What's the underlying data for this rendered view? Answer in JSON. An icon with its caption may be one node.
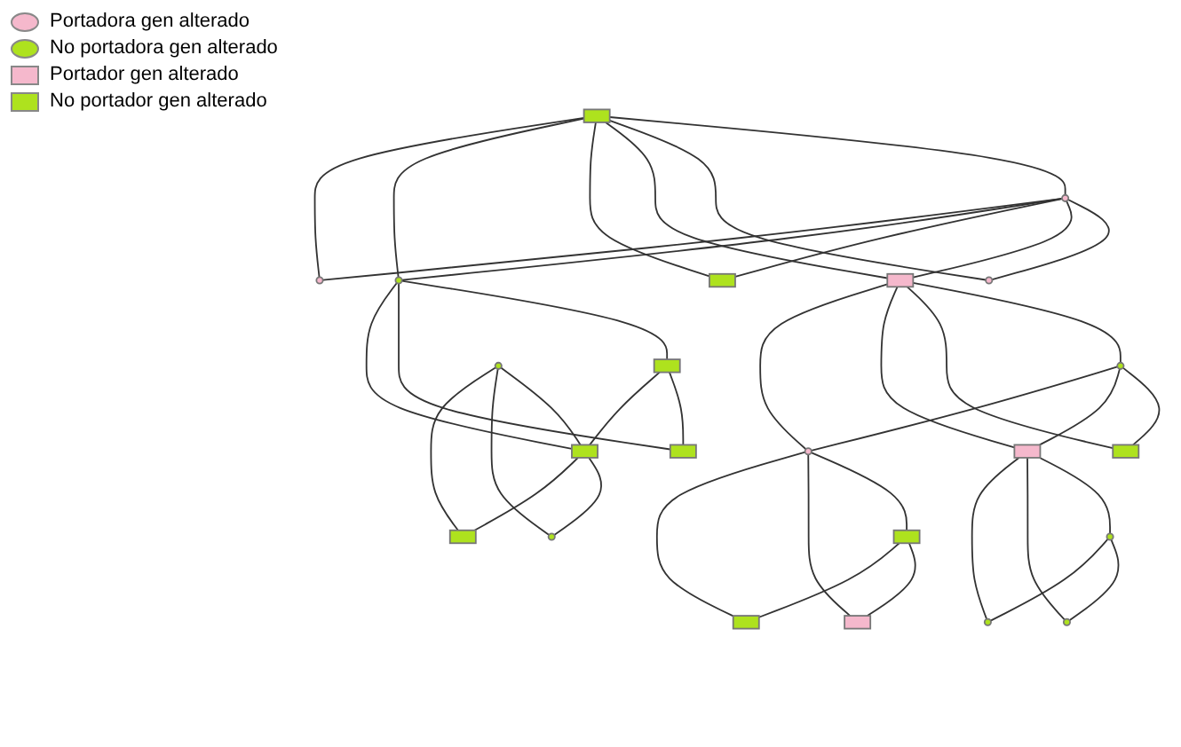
{
  "diagram": {
    "nodes": [
      {
        "text": [],
        "shape": "box"
      },
      {
        "text": [],
        "shape": "circle"
      },
      {
        "text": [],
        "shape": "circle"
      },
      {
        "text": [],
        "shape": "box"
      },
      {
        "text": [],
        "shape": "circle"
      },
      {
        "text": [],
        "shape": "box"
      },
      {
        "text": [],
        "shape": "circle"
      },
      {
        "text": [],
        "shape": "box"
      },
      {
        "text": [],
        "shape": "circle"
      },
      {
        "text": [],
        "shape": "box"
      },
      {
        "text": [],
        "shape": "box"
      },
      {
        "text": [],
        "shape": "circle"
      },
      {
        "text": [],
        "shape": "circle"
      },
      {
        "text": [],
        "shape": "box"
      },
      {
        "text": [],
        "shape": "box"
      },
      {
        "text": [],
        "shape": "circle"
      },
      {
        "text": [],
        "shape": "box"
      },
      {
        "text": [],
        "shape": "circle"
      },
      {
        "text": [],
        "shape": "circle"
      },
      {
        "text": [],
        "shape": "box"
      },
      {
        "text": [],
        "shape": "box"
      },
      {
        "text": [],
        "shape": "circle"
      },
      {
        "text": [],
        "shape": "box"
      }
    ],
    "edges": [
      {
        "from": 0,
        "to": 1,
        "arrow": "none"
      },
      {
        "from": 0,
        "to": 2,
        "arrow": "none"
      },
      {
        "from": 1,
        "to": 2,
        "arrow": "none"
      },
      {
        "from": 0,
        "to": 3,
        "arrow": "none"
      },
      {
        "from": 1,
        "to": 3,
        "arrow": "none"
      },
      {
        "from": 0,
        "to": 5,
        "arrow": "none"
      },
      {
        "from": 1,
        "to": 5,
        "arrow": "none"
      },
      {
        "from": 0,
        "to": 6,
        "arrow": "none"
      },
      {
        "from": 1,
        "to": 6,
        "arrow": "none"
      },
      {
        "from": 0,
        "to": 8,
        "arrow": "none"
      },
      {
        "from": 1,
        "to": 8,
        "arrow": "none"
      },
      {
        "from": 3,
        "to": 4,
        "arrow": "none"
      },
      {
        "from": 6,
        "to": 7,
        "arrow": "none"
      },
      {
        "from": 3,
        "to": 9,
        "arrow": "none"
      },
      {
        "from": 4,
        "to": 9,
        "arrow": "none"
      },
      {
        "from": 3,
        "to": 10,
        "arrow": "none"
      },
      {
        "from": 4,
        "to": 10,
        "arrow": "none"
      },
      {
        "from": 3,
        "to": 12,
        "arrow": "none"
      },
      {
        "from": 4,
        "to": 12,
        "arrow": "none"
      },
      {
        "from": 6,
        "to": 14,
        "arrow": "none"
      },
      {
        "from": 7,
        "to": 14,
        "arrow": "none"
      },
      {
        "from": 6,
        "to": 16,
        "arrow": "none"
      },
      {
        "from": 7,
        "to": 16,
        "arrow": "none"
      },
      {
        "from": 10,
        "to": 11,
        "arrow": "none"
      },
      {
        "from": 12,
        "to": 13,
        "arrow": "none"
      },
      {
        "from": 15,
        "to": 16,
        "arrow": "none"
      },
      {
        "from": 10,
        "to": 17,
        "arrow": "none"
      },
      {
        "from": 11,
        "to": 17,
        "arrow": "none"
      },
      {
        "from": 10,
        "to": 18,
        "arrow": "none"
      },
      {
        "from": 11,
        "to": 18,
        "arrow": "none"
      },
      {
        "from": 12,
        "to": 19,
        "arrow": "none"
      },
      {
        "from": 13,
        "to": 19,
        "arrow": "none"
      },
      {
        "from": 12,
        "to": 20,
        "arrow": "none"
      },
      {
        "from": 13,
        "to": 20,
        "arrow": "none"
      },
      {
        "from": 15,
        "to": 21,
        "arrow": "none"
      },
      {
        "from": 16,
        "to": 21,
        "arrow": "none"
      },
      {
        "from": 15,
        "to": 22,
        "arrow": "none"
      },
      {
        "from": 16,
        "to": 22,
        "arrow": "none"
      }
    ],
    "legend": [
      {
        "text": "Portadora gen alterado",
        "color": "#f5b8cc"
      },
      {
        "text": "No portadora gen alterado",
        "color": "#aee21e"
      },
      {
        "text": "Portador gen alterado",
        "color": "#f5b8cc"
      },
      {
        "text": "No portador gen alterado",
        "color": "#aee21e"
      }
    ]
  }
}
